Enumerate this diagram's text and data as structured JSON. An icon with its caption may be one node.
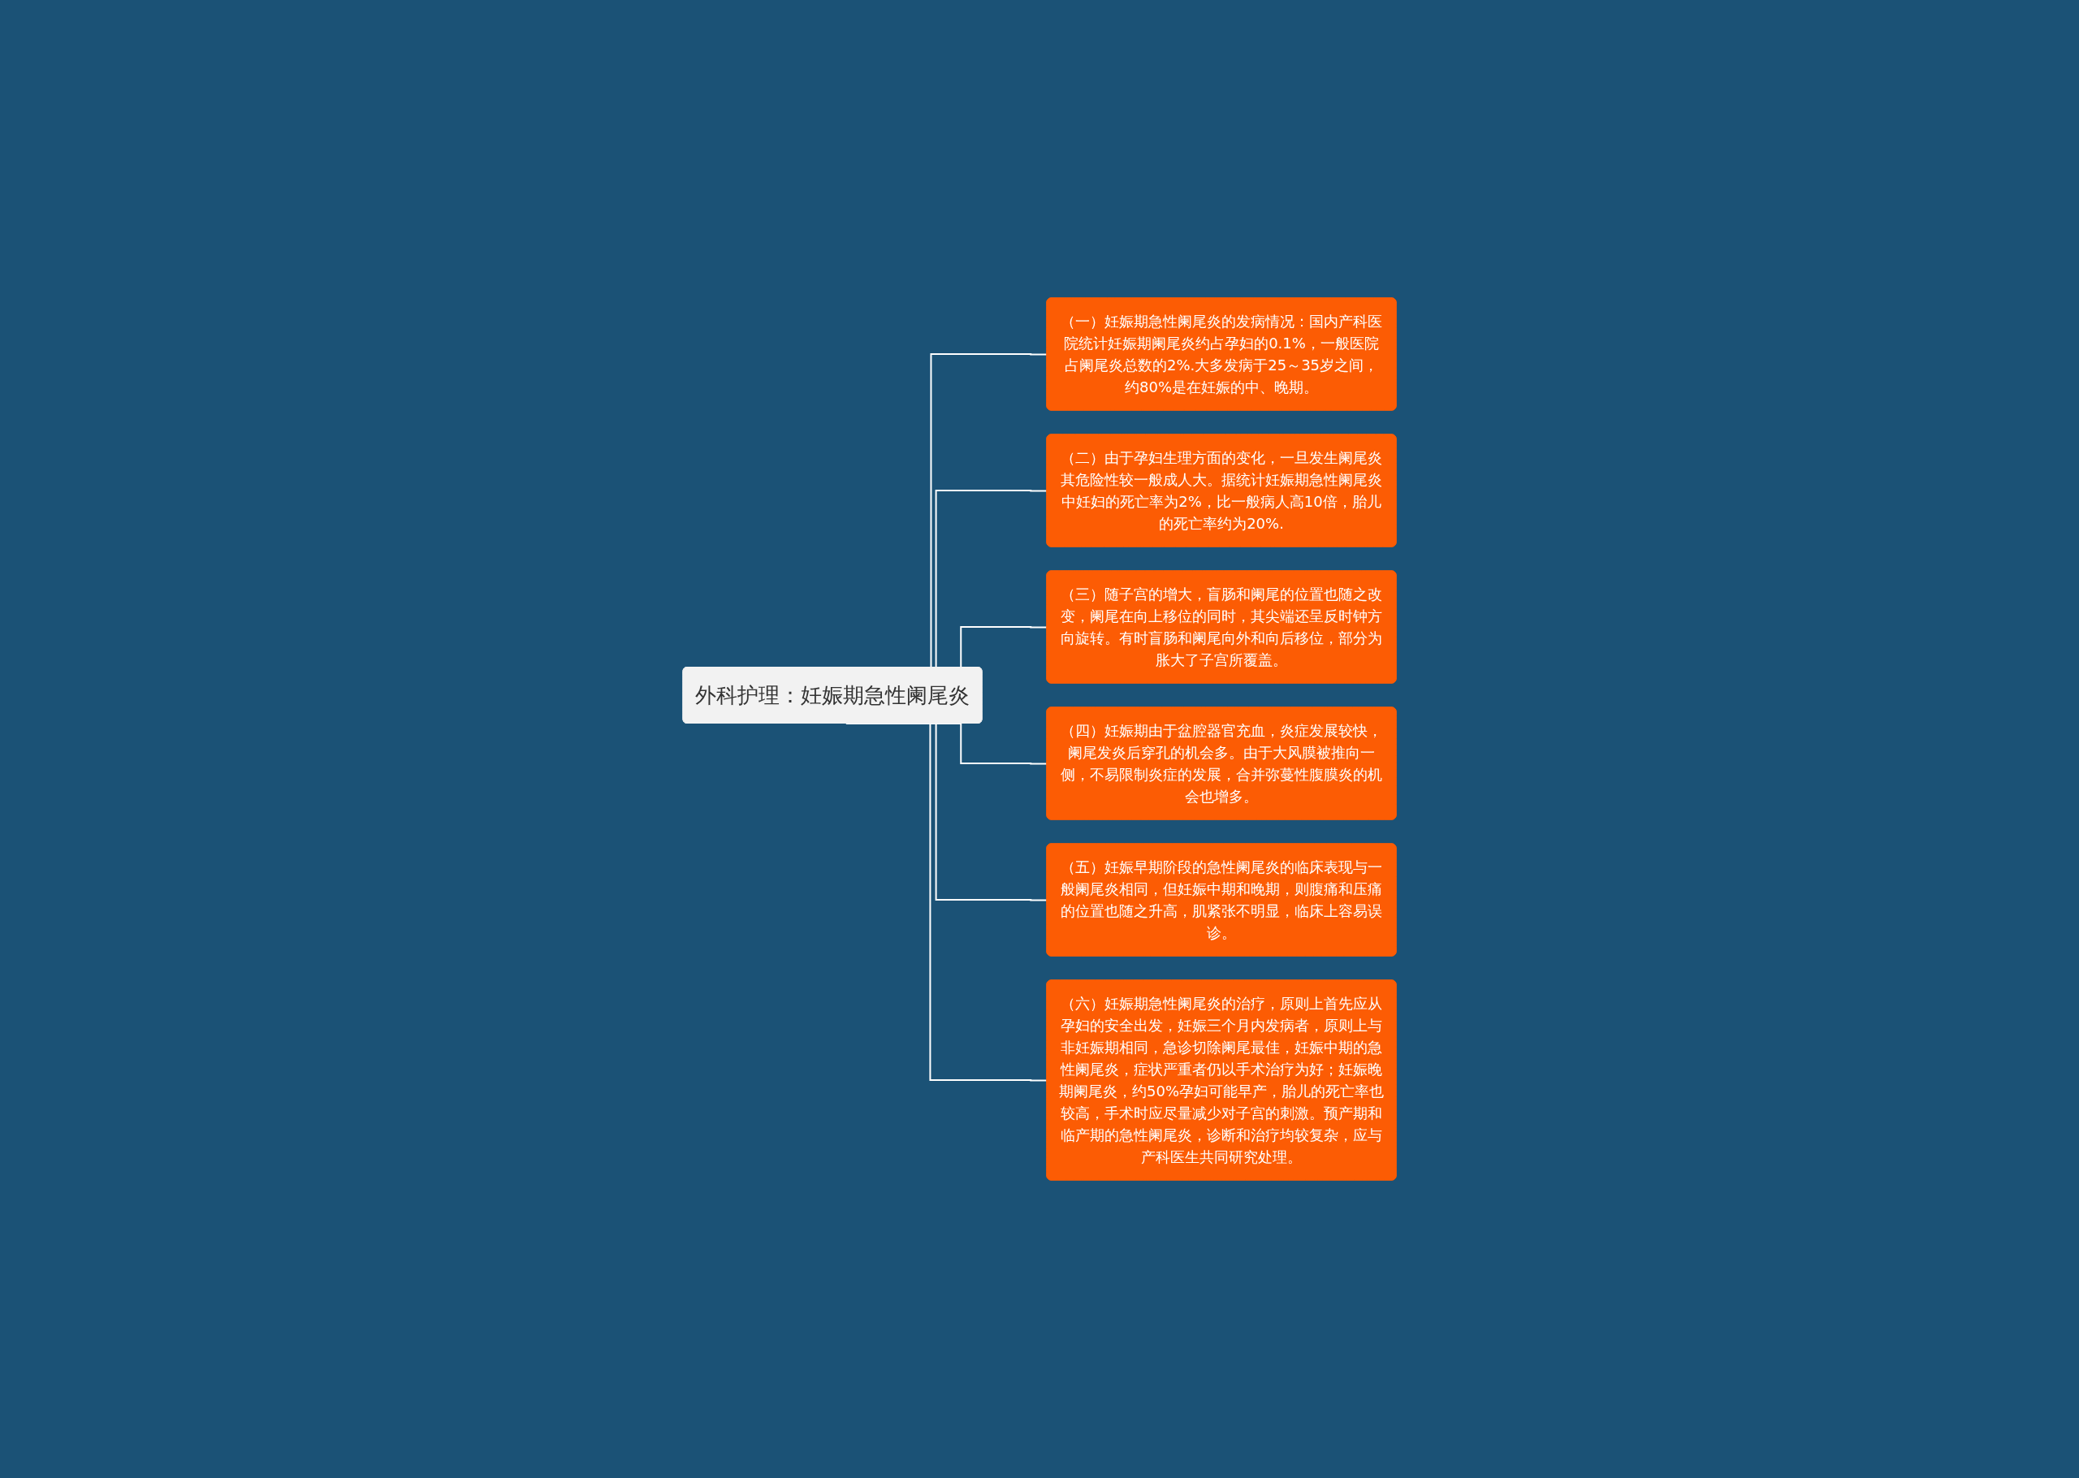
{
  "diagram": {
    "nodes": [
      {
        "text": [
          "外科护理：妊娠期急性阑尾炎"
        ]
      },
      {
        "text": [
          "（一）妊娠期急性阑尾炎的发病情况：国内产科医院统计妊娠期阑尾炎约占孕妇的0.1%，一般医院占阑尾炎总数的2%.大多发病于25～35岁之间，约80%是在妊娠的中、晚期。"
        ]
      },
      {
        "text": [
          "（二）由于孕妇生理方面的变化，一旦发生阑尾炎其危险性较一般成人大。据统计妊娠期急性阑尾炎中妊妇的死亡率为2%，比一般病人高10倍，胎儿的死亡率约为20%."
        ]
      },
      {
        "text": [
          "（三）随子宫的增大，盲肠和阑尾的位置也随之改变，阑尾在向上移位的同时，其尖端还呈反时钟方向旋转。有时盲肠和阑尾向外和向后移位，部分为胀大了子宫所覆盖。"
        ]
      },
      {
        "text": [
          "（四）妊娠期由于盆腔器官充血，炎症发展较快，阑尾发炎后穿孔的机会多。由于大风膜被推向一侧，不易限制炎症的发展，合并弥蔓性腹膜炎的机会也增多。"
        ]
      },
      {
        "text": [
          "（五）妊娠早期阶段的急性阑尾炎的临床表现与一般阑尾炎相同，但妊娠中期和晚期，则腹痛和压痛的位置也随之升高，肌紧张不明显，临床上容易误诊。"
        ]
      },
      {
        "text": [
          "（六）妊娠期急性阑尾炎的治疗，原则上首先应从孕妇的安全出发，妊娠三个月内发病者，原则上与非妊娠期相同，急诊切除阑尾最佳，妊娠中期的急性阑尾炎，症状严重者仍以手术治疗为好；妊娠晚期阑尾炎，约50%孕妇可能早产，胎儿的死亡率也较高，手术时应尽量减少对子宫的刺激。预产期和临产期的急性阑尾炎，诊断和治疗均较复杂，应与产科医生共同研究处理。"
        ]
      }
    ],
    "edges": [
      {
        "from": 0,
        "to": 1,
        "arrow": "none"
      },
      {
        "from": 0,
        "to": 2,
        "arrow": "none"
      },
      {
        "from": 0,
        "to": 3,
        "arrow": "none"
      },
      {
        "from": 0,
        "to": 4,
        "arrow": "none"
      },
      {
        "from": 0,
        "to": 5,
        "arrow": "none"
      },
      {
        "from": 0,
        "to": 6,
        "arrow": "none"
      }
    ]
  }
}
